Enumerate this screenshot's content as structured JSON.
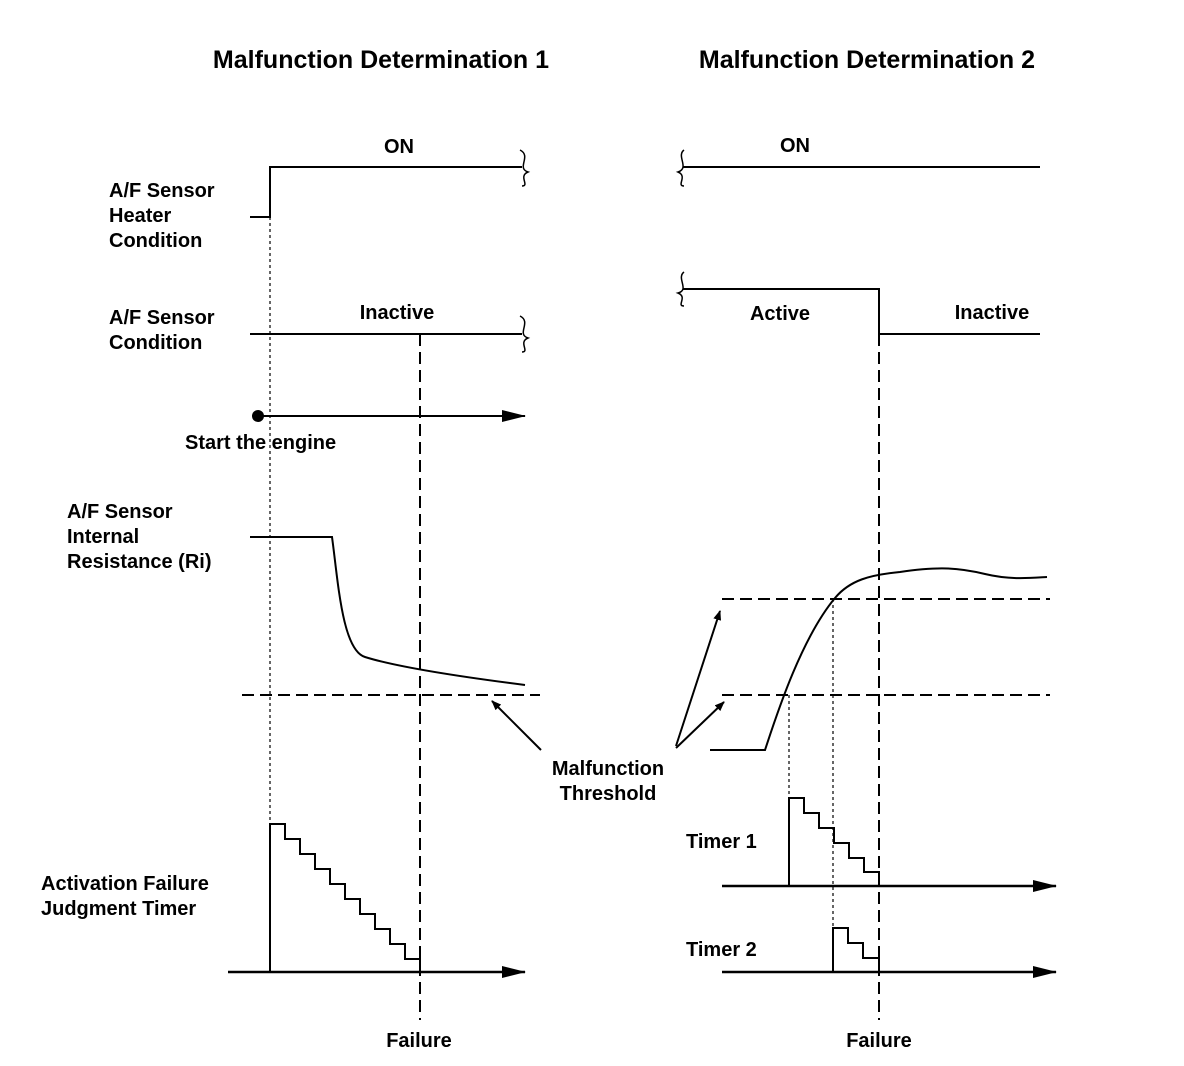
{
  "titles": {
    "left": "Malfunction Determination 1",
    "right": "Malfunction Determination 2"
  },
  "left_panel": {
    "heater_label": [
      "A/F Sensor",
      "Heater",
      "Condition"
    ],
    "heater_state": "ON",
    "sensor_label": [
      "A/F Sensor",
      "Condition"
    ],
    "sensor_state": "Inactive",
    "engine_label": "Start the engine",
    "resistance_label": [
      "A/F Sensor",
      "Internal",
      "Resistance (Ri)"
    ],
    "timer_label": [
      "Activation Failure",
      "Judgment Timer"
    ],
    "failure_label": "Failure"
  },
  "right_panel": {
    "heater_state": "ON",
    "sensor_state_before": "Active",
    "sensor_state_after": "Inactive",
    "timer1_label": "Timer 1",
    "timer2_label": "Timer 2",
    "failure_label": "Failure"
  },
  "shared": {
    "threshold_label": [
      "Malfunction",
      "Threshold"
    ]
  }
}
